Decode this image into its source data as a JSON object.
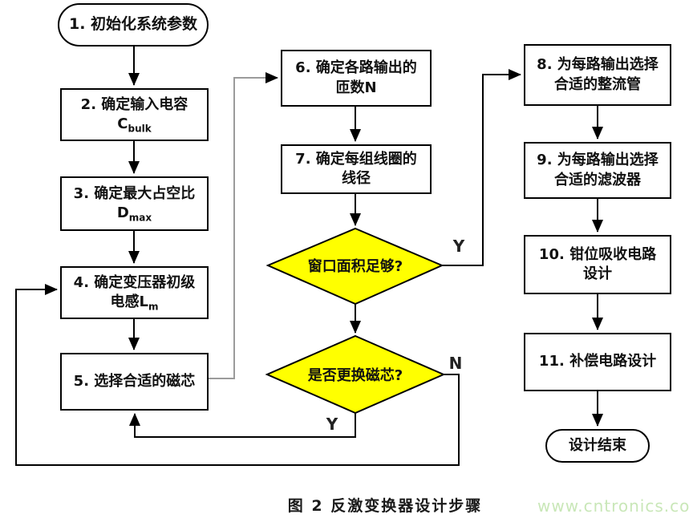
{
  "figure": {
    "caption": "图 2  反激变换器设计步骤",
    "watermark": "www.cntronics.com"
  },
  "diagram": {
    "colors": {
      "decision_fill": "#ffff00",
      "line": "#000000",
      "watermark_green": "#c9e7b8"
    },
    "nodes": {
      "n1": {
        "label": "1. 初始化系统参数"
      },
      "n2": {
        "line1": "2. 确定输入电容",
        "sym": "C",
        "sub": "bulk"
      },
      "n3": {
        "line1": "3. 确定最大占空比",
        "sym": "D",
        "sub": "max"
      },
      "n4": {
        "line1": "4. 确定变压器初级",
        "line2": "电感L",
        "sub": "m"
      },
      "n5": {
        "label": "5. 选择合适的磁芯"
      },
      "n6": {
        "line1": "6. 确定各路输出的",
        "line2": "匝数N"
      },
      "n7": {
        "line1": "7. 确定每组线圈的",
        "line2": "线径"
      },
      "d1": {
        "label": "窗口面积足够?"
      },
      "d2": {
        "label": "是否更换磁芯?"
      },
      "n8": {
        "line1": "8. 为每路输出选择",
        "line2": "合适的整流管"
      },
      "n9": {
        "line1": "9. 为每路输出选择",
        "line2": "合适的滤波器"
      },
      "n10": {
        "line1": "10. 钳位吸收电路",
        "line2": "设计"
      },
      "n11": {
        "label": "11. 补偿电路设计"
      },
      "end": {
        "label": "设计结束"
      }
    },
    "branch_labels": {
      "d1_yes": "Y",
      "d2_no": "N",
      "d2_yes": "Y"
    }
  }
}
